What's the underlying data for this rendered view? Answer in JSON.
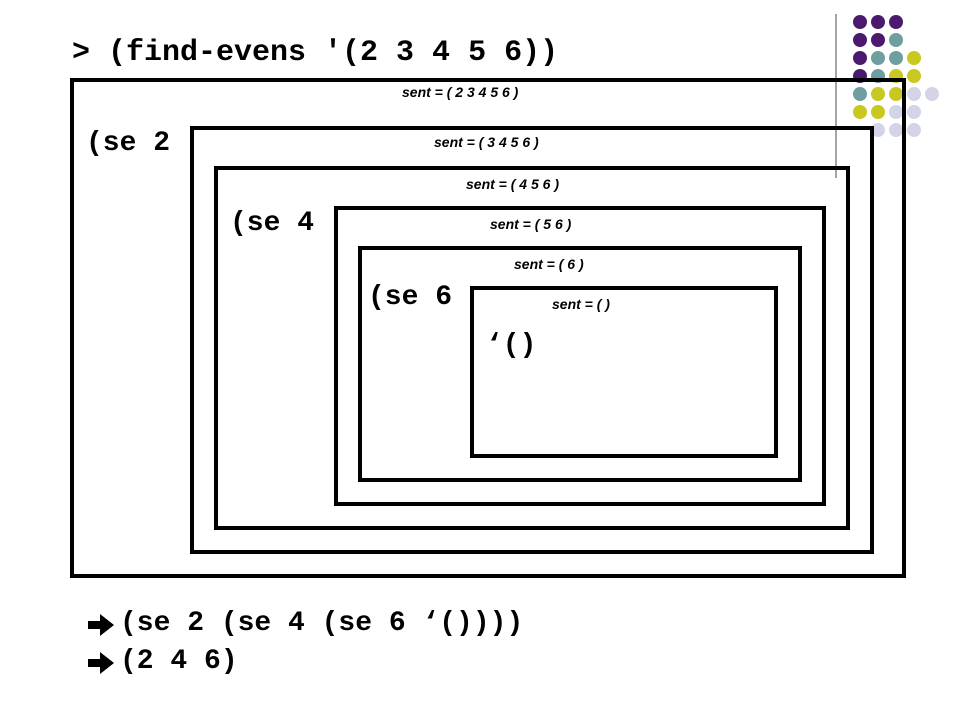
{
  "title": "> (find-evens '(2 3 4 5 6))",
  "frames": [
    {
      "sent": "sent = ( 2 3 4 5 6 )",
      "call": "(se 2"
    },
    {
      "sent": "sent = ( 3 4 5 6 )",
      "call": ""
    },
    {
      "sent": "sent = ( 4 5 6 )",
      "call": "(se 4"
    },
    {
      "sent": "sent = ( 5 6 )",
      "call": ""
    },
    {
      "sent": "sent = ( 6 )",
      "call": "(se 6"
    },
    {
      "sent": "sent = ( )",
      "call": "‘()"
    }
  ],
  "results": [
    "(se 2 (se 4 (se 6 ‘())))",
    "(2 4 6)"
  ],
  "colors": {
    "purple": "#4b1a6e",
    "teal": "#6e9ea0",
    "olive": "#c8c820",
    "lavender": "#d4d4e8"
  },
  "icons": {
    "arrow": "right-arrow-icon"
  }
}
